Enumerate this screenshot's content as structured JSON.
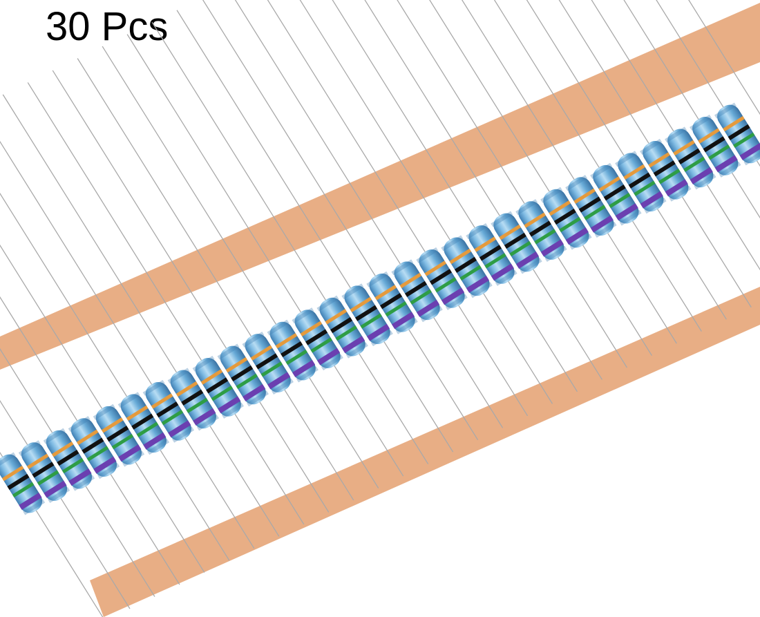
{
  "header": {
    "count_label": "30 Pcs"
  },
  "product": {
    "resistor_count": 30,
    "colors": {
      "tape": "#e8ae85",
      "tape_edge": "#d89b70",
      "lead_wire": "#a9a9a9",
      "body": "#66a9d6",
      "body_highlight": "#b7dcf3",
      "body_shadow": "#3f7fb3",
      "band_orange": "#e59a3c",
      "band_black": "#111111",
      "band_green": "#2e9d45",
      "band_purple": "#6b3fb0"
    },
    "bands": [
      "orange",
      "black",
      "green",
      "purple"
    ]
  }
}
